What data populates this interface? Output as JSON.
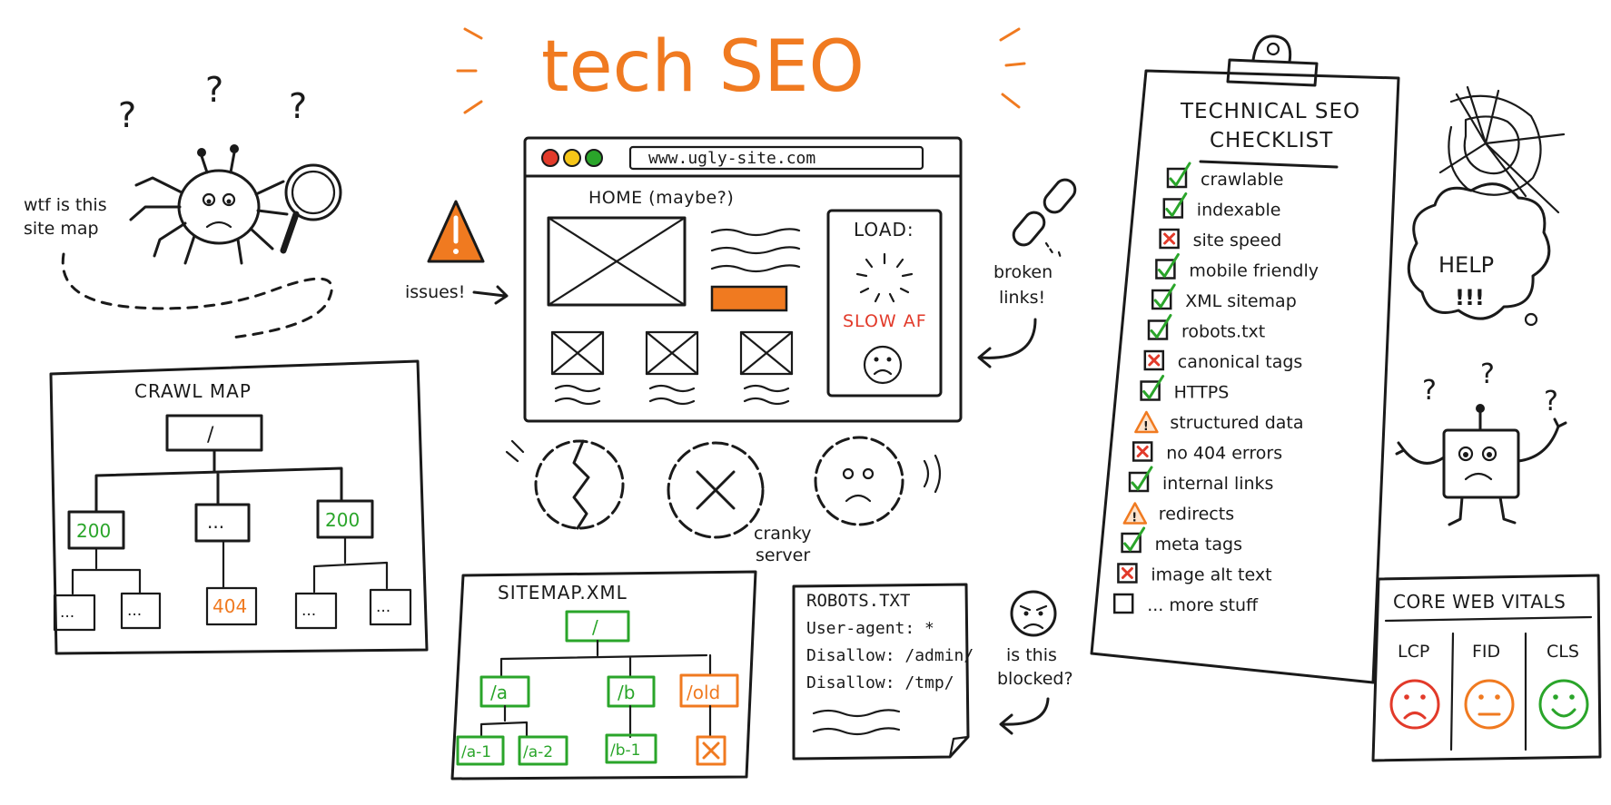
{
  "title": "tech SEO",
  "spider": {
    "caption_line1": "wtf is this",
    "caption_line2": "site map"
  },
  "issues_label": "issues!",
  "browser": {
    "url": "www.ugly-site.com",
    "page_heading": "HOME (maybe?)",
    "load_label": "LOAD:",
    "slow_label": "SLOW AF"
  },
  "broken_links": {
    "line1": "broken",
    "line2": "links!"
  },
  "crawl_map": {
    "title": "CRAWL MAP",
    "root": "/",
    "nodes": [
      "200",
      "...",
      "200"
    ],
    "leaves": [
      "...",
      "...",
      "404",
      "...",
      "..."
    ]
  },
  "server": {
    "line1": "cranky",
    "line2": "server"
  },
  "sitemap": {
    "title": "SITEMAP.XML",
    "root": "/",
    "branches": [
      "/a",
      "/b",
      "/old"
    ],
    "leaves": [
      "/a-1",
      "/a-2",
      "/b-1"
    ]
  },
  "robots": {
    "title": "ROBOTS.TXT",
    "lines": [
      "User-agent: *",
      "Disallow: /admin/",
      "Disallow: /tmp/"
    ]
  },
  "blocked": {
    "line1": "is this",
    "line2": "blocked?"
  },
  "checklist": {
    "title_line1": "TECHNICAL SEO",
    "title_line2": "CHECKLIST",
    "items": [
      {
        "label": "crawlable",
        "status": "check"
      },
      {
        "label": "indexable",
        "status": "check"
      },
      {
        "label": "site speed",
        "status": "cross"
      },
      {
        "label": "mobile friendly",
        "status": "check"
      },
      {
        "label": "XML sitemap",
        "status": "check"
      },
      {
        "label": "robots.txt",
        "status": "check"
      },
      {
        "label": "canonical tags",
        "status": "cross"
      },
      {
        "label": "HTTPS",
        "status": "check"
      },
      {
        "label": "structured data",
        "status": "warning"
      },
      {
        "label": "no 404 errors",
        "status": "cross"
      },
      {
        "label": "internal links",
        "status": "check"
      },
      {
        "label": "redirects",
        "status": "warning"
      },
      {
        "label": "meta tags",
        "status": "check"
      },
      {
        "label": "image alt text",
        "status": "cross"
      },
      {
        "label": "... more stuff",
        "status": "empty"
      }
    ]
  },
  "help_bubble": {
    "line1": "HELP",
    "line2": "!!!"
  },
  "web_vitals": {
    "title": "CORE WEB VITALS",
    "metrics": [
      {
        "label": "LCP",
        "mood": "sad",
        "color": "#e23a2a"
      },
      {
        "label": "FID",
        "mood": "neutral",
        "color": "#f07a20"
      },
      {
        "label": "CLS",
        "mood": "happy",
        "color": "#2aa52a"
      }
    ]
  },
  "colors": {
    "accent": "#f07a20",
    "good": "#2aa52a",
    "bad": "#e23a2a",
    "ink": "#1a1a1a"
  }
}
